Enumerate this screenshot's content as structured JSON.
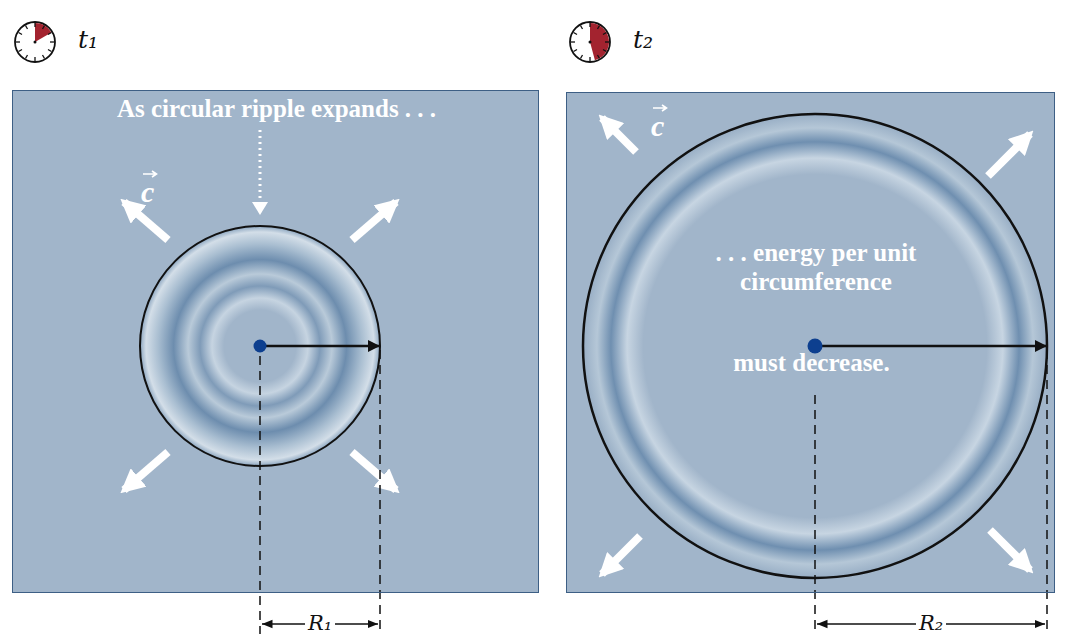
{
  "diagram": {
    "nodes": [
      {
        "text": [
          "As circular ripple expands . . .",
          "c"
        ]
      },
      {
        "text": [
          "c",
          ". . . energy per unit circumference",
          "must decrease."
        ]
      }
    ],
    "labels": [
      "t₁",
      "t₂",
      "R₁",
      "R₂"
    ]
  }
}
